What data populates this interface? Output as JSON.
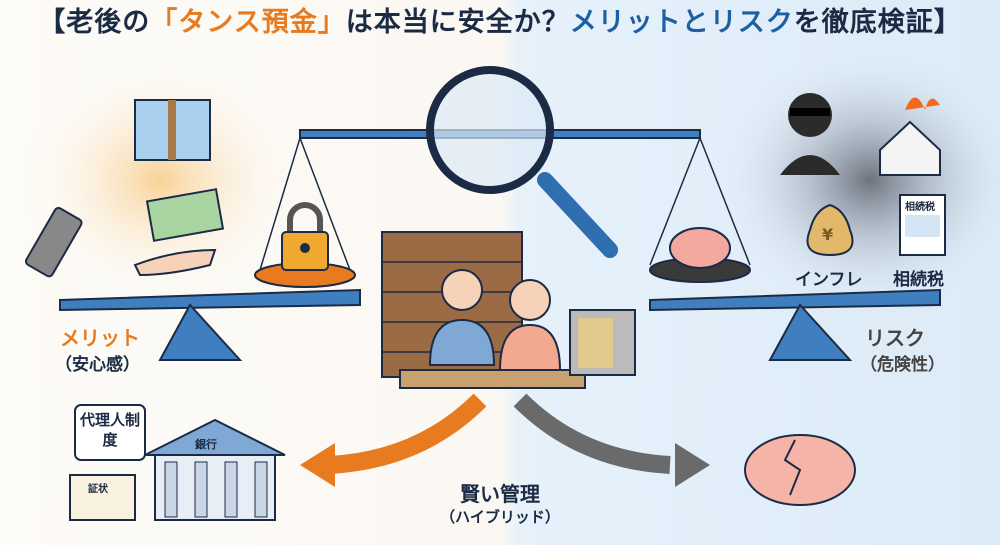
{
  "title": {
    "part1": "【老後の",
    "part2": "「タンス預金」",
    "part3": "は本当に安全か？",
    "part4": "メリットとリスク",
    "part5": "を徹底検証】"
  },
  "merit": {
    "label": "メリット",
    "sub": "（安心感）"
  },
  "risk": {
    "label": "リスク",
    "sub": "（危険性）",
    "inflation": "インフレ",
    "inheritance_tax": "相続税",
    "doc_header": "相続税",
    "yen": "¥"
  },
  "bottom": {
    "proxy": "代理人制度",
    "bank": "銀行",
    "certificate": "証状",
    "center": "賢い管理",
    "center_sub": "（ハイブリッド）"
  },
  "colors": {
    "orange": "#e87a20",
    "blue": "#1d5fa0",
    "navy": "#1c2b45",
    "scale": "#3f7fc0"
  }
}
